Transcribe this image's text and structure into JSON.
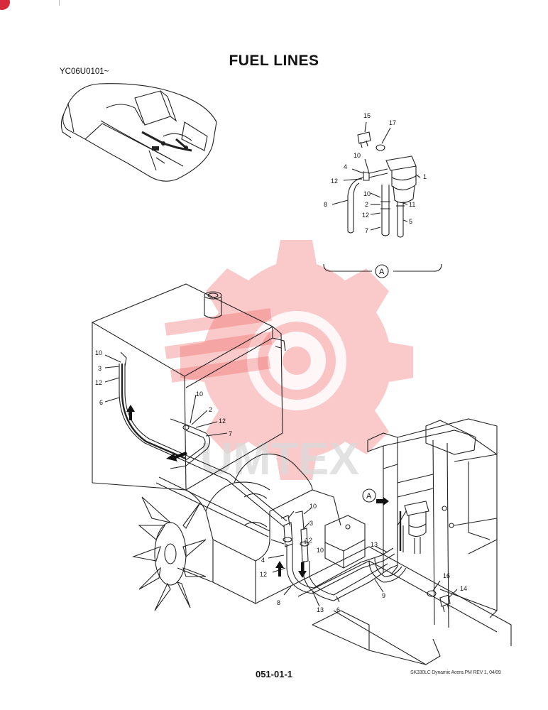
{
  "header": {
    "title": "FUEL LINES",
    "serial_range": "YC06U0101~"
  },
  "detail_view": {
    "view_label": "A",
    "callouts": [
      "15",
      "17",
      "10",
      "4",
      "12",
      "1",
      "10",
      "2",
      "11",
      "8",
      "12",
      "5",
      "7"
    ]
  },
  "main_view": {
    "view_label": "A",
    "tank_callouts": [
      "10",
      "3",
      "12",
      "6"
    ],
    "tank_outlet_callouts": [
      "10",
      "2",
      "12",
      "7"
    ],
    "engine_callouts": [
      "10",
      "3",
      "12",
      "10",
      "4",
      "12",
      "8",
      "13",
      "6",
      "9",
      "13",
      "16",
      "14"
    ]
  },
  "watermark": {
    "text": "UMTEX",
    "color": "#f2b8b8"
  },
  "footer": {
    "page_number": "051-01-1",
    "manual_ref": "SK330LC Dynamic Acera PM REV 1, 04/09"
  },
  "colors": {
    "line": "#222222",
    "badge": "#d72a3a"
  }
}
